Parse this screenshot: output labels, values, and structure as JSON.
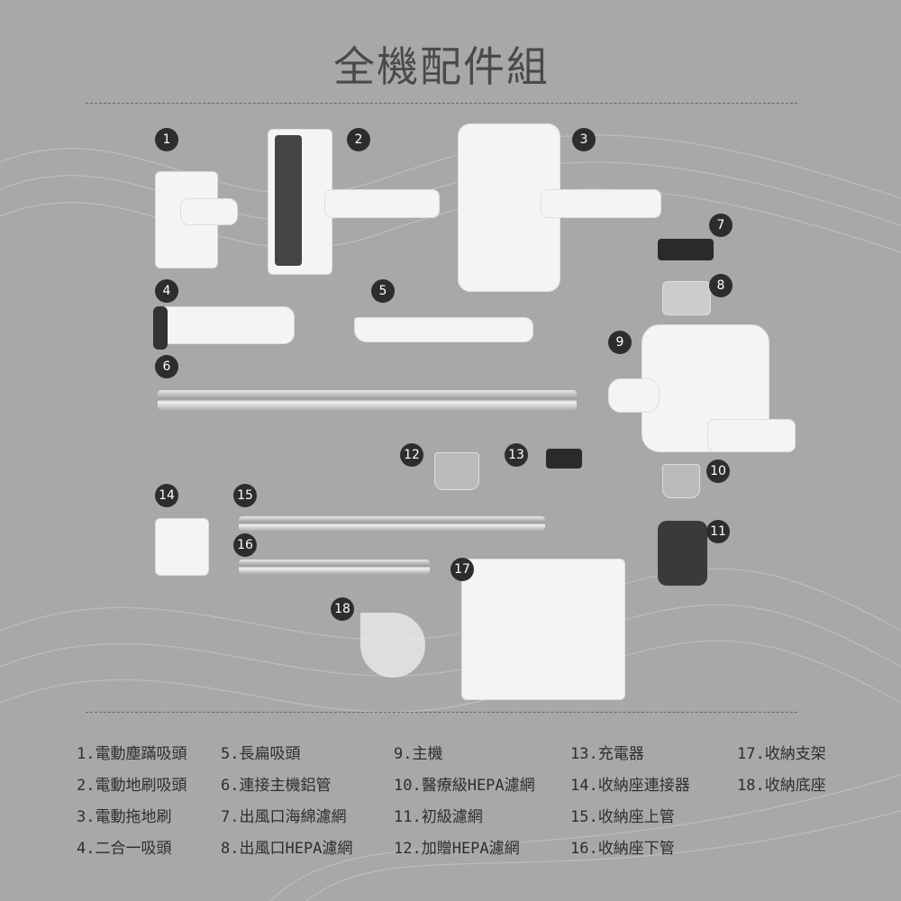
{
  "title": "全機配件組",
  "badges": [
    "1",
    "2",
    "3",
    "4",
    "5",
    "6",
    "7",
    "8",
    "9",
    "10",
    "11",
    "12",
    "13",
    "14",
    "15",
    "16",
    "17",
    "18"
  ],
  "legend": [
    [
      "1.電動塵蹣吸頭",
      "2.電動地刷吸頭",
      "3.電動拖地刷",
      "4.二合一吸頭"
    ],
    [
      "5.長扁吸頭",
      "6.連接主機鋁管",
      "7.出風口海綿濾網",
      "8.出風口HEPA濾網"
    ],
    [
      "9.主機",
      "10.醫療級HEPA濾網",
      "11.初級濾網",
      "12.加贈HEPA濾網"
    ],
    [
      "13.充電器",
      "14.收納座連接器",
      "15.收納座上管",
      "16.收納座下管"
    ],
    [
      "17.收納支架",
      "18.收納底座"
    ]
  ]
}
